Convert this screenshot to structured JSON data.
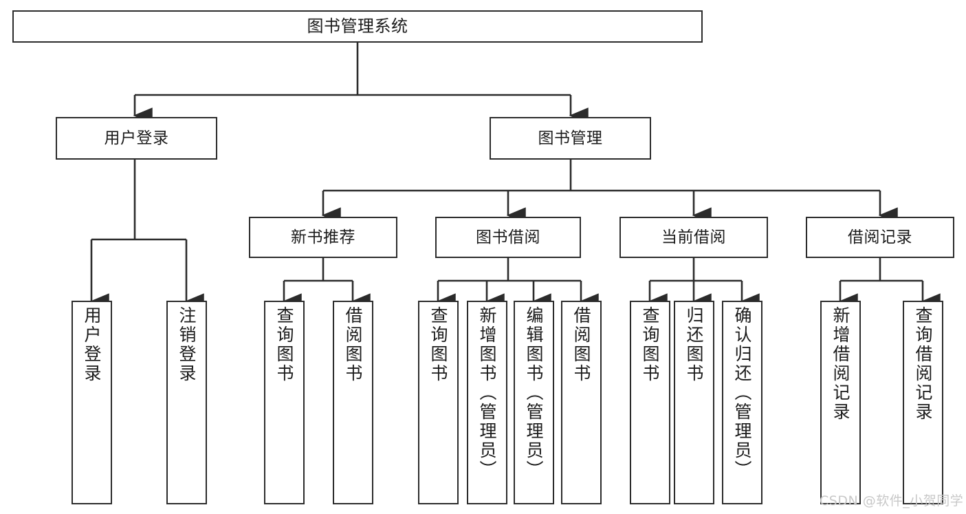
{
  "diagram": {
    "type": "tree-hierarchy",
    "title": "图书管理系统",
    "watermark": "CSDN @软件_小贺同学",
    "colors": {
      "box_border": "#2b2b2b",
      "box_fill": "#ffffff",
      "connector": "#2b2b2b",
      "text": "#1b1b1b",
      "watermark": "#c8c8c8",
      "background": "#ffffff"
    },
    "root": {
      "label": "图书管理系统"
    },
    "level2": [
      {
        "label": "用户登录"
      },
      {
        "label": "图书管理"
      }
    ],
    "level3": [
      {
        "label": "新书推荐"
      },
      {
        "label": "图书借阅"
      },
      {
        "label": "当前借阅"
      },
      {
        "label": "借阅记录"
      }
    ],
    "leaves": {
      "user_login": [
        {
          "label": "用户登录"
        },
        {
          "label": "注销登录"
        }
      ],
      "new_book_recommend": [
        {
          "label": "查询图书"
        },
        {
          "label": "借阅图书"
        }
      ],
      "book_borrow": [
        {
          "label": "查询图书"
        },
        {
          "label": "新增图书（管理员）"
        },
        {
          "label": "编辑图书（管理员）"
        },
        {
          "label": "借阅图书"
        }
      ],
      "current_borrow": [
        {
          "label": "查询图书"
        },
        {
          "label": "归还图书"
        },
        {
          "label": "确认归还（管理员）"
        }
      ],
      "borrow_record": [
        {
          "label": "新增借阅记录"
        },
        {
          "label": "查询借阅记录"
        }
      ]
    }
  }
}
